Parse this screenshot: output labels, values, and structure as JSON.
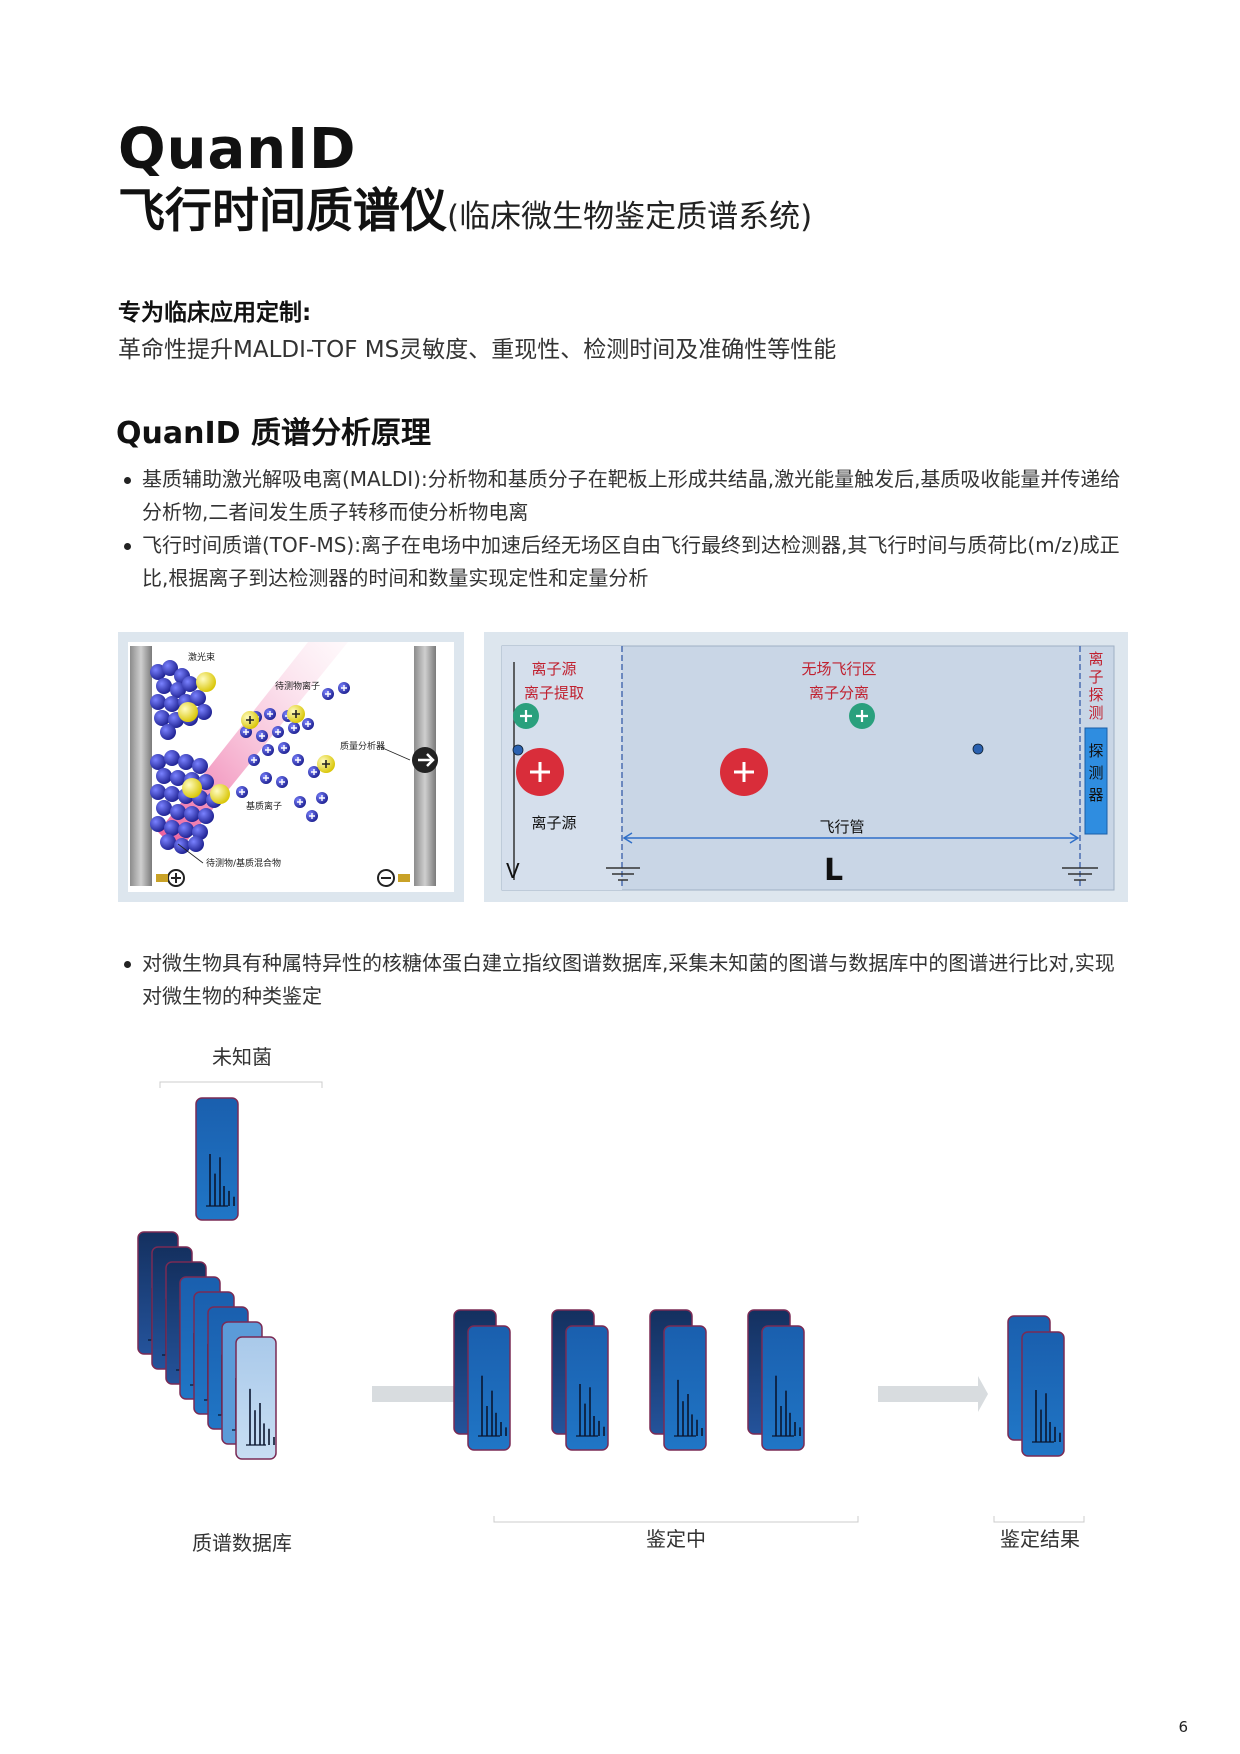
{
  "header": {
    "brand": "QuanID",
    "title": "飞行时间质谱仪",
    "subtitle": "(临床微生物鉴定质谱系统)"
  },
  "intro": {
    "heading": "专为临床应用定制:",
    "body": "革命性提升MALDI-TOF MS灵敏度、重现性、检测时间及准确性等性能"
  },
  "section": {
    "heading": "QuanID 质谱分析原理",
    "bullets": [
      "基质辅助激光解吸电离(MALDI):分析物和基质分子在靶板上形成共结晶,激光能量触发后,基质吸收能量并传递给分析物,二者间发生质子转移而使分析物电离",
      "飞行时间质谱(TOF-MS):离子在电场中加速后经无场区自由飞行最终到达检测器,其飞行时间与质荷比(m/z)成正比,根据离子到达检测器的时间和数量实现定性和定量分析"
    ],
    "bullet3": "对微生物具有种属特异性的核糖体蛋白建立指纹图谱数据库,采集未知菌的图谱与数据库中的图谱进行比对,实现对微生物的种类鉴定"
  },
  "maldi": {
    "laser": "激光束",
    "analyte_ion": "待测物离子",
    "analyzer": "质量分析器",
    "matrix_ion": "基质离子",
    "mixture": "待测物/基质混合物"
  },
  "tof": {
    "source_title": "离子源",
    "source_sub": "离子提取",
    "field_title": "无场飞行区",
    "field_sub": "离子分离",
    "detect_col": "离子探测",
    "detector": "探测器",
    "source_label": "离子源",
    "tube_label": "飞行管",
    "voltage": "V",
    "length": "L"
  },
  "workflow": {
    "unknown": "未知菌",
    "database": "质谱数据库",
    "identifying": "鉴定中",
    "result": "鉴定结果"
  },
  "colors": {
    "card_dark": "#1b3f7a",
    "card_mid": "#1d6bb5",
    "card_light": "#b5d3ee",
    "arrow": "#d8dcdf",
    "tof_red": "#c0202f",
    "tof_blue_text": "#c0202f",
    "panel_bg": "#dde6ee"
  },
  "page_number": "6"
}
